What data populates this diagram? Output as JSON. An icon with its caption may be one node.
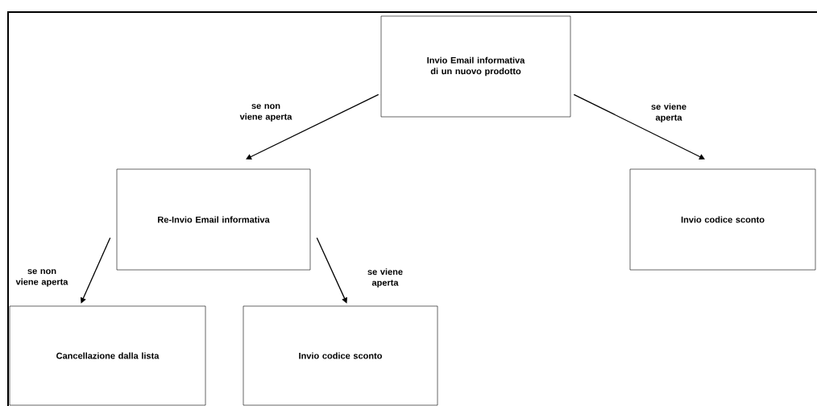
{
  "diagram": {
    "nodes": [
      {
        "text": [
          "Invio Email informativa di un nuovo prodotto"
        ]
      },
      {
        "text": [
          "Re-Invio Email informativa"
        ]
      },
      {
        "text": [
          "Invio codice sconto"
        ]
      },
      {
        "text": [
          "Cancellazione dalla lista"
        ]
      },
      {
        "text": [
          "Invio codice sconto"
        ]
      }
    ],
    "edges": [
      {
        "from": 0,
        "to": 1,
        "arrow": "to",
        "label": "se non viene aperta"
      },
      {
        "from": 0,
        "to": 2,
        "arrow": "to",
        "label": "se viene aperta"
      },
      {
        "from": 1,
        "to": 3,
        "arrow": "to",
        "label": "se non viene aperta"
      },
      {
        "from": 1,
        "to": 4,
        "arrow": "to",
        "label": "se viene aperta"
      }
    ]
  }
}
